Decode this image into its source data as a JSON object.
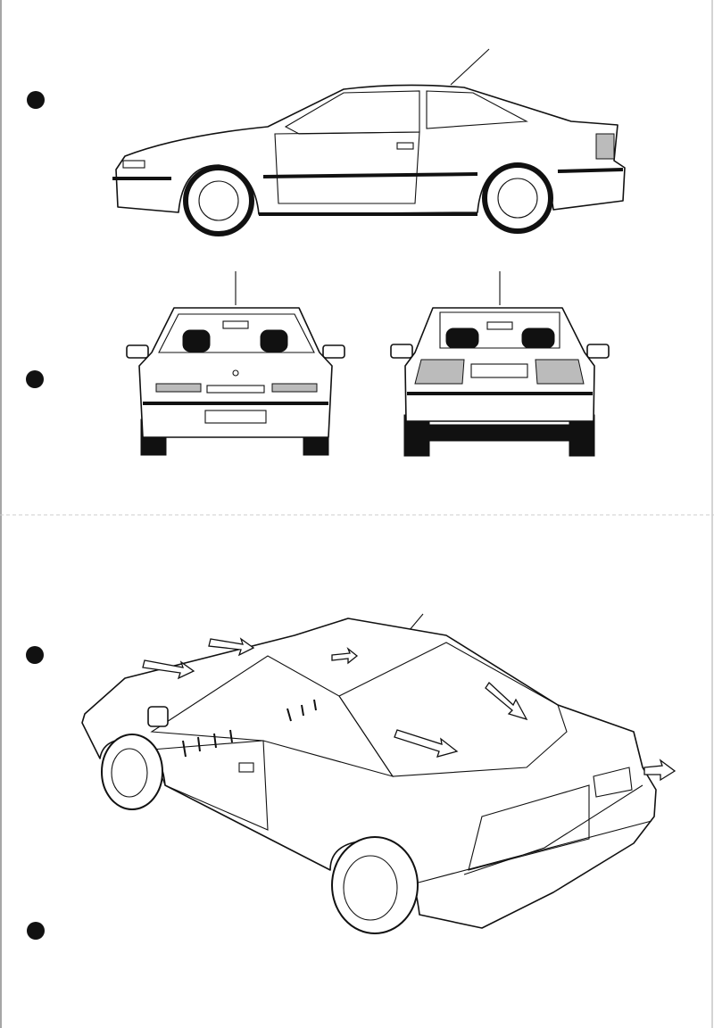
{
  "page": {
    "background": "#ffffff",
    "ink_color": "#111111",
    "punch_holes": 4,
    "fold_line": "dashed"
  },
  "drawings": [
    {
      "view": "side"
    },
    {
      "view": "front"
    },
    {
      "view": "rear"
    },
    {
      "view": "perspective-rear-three-quarter",
      "arrows": "ventilation-airflow"
    }
  ]
}
